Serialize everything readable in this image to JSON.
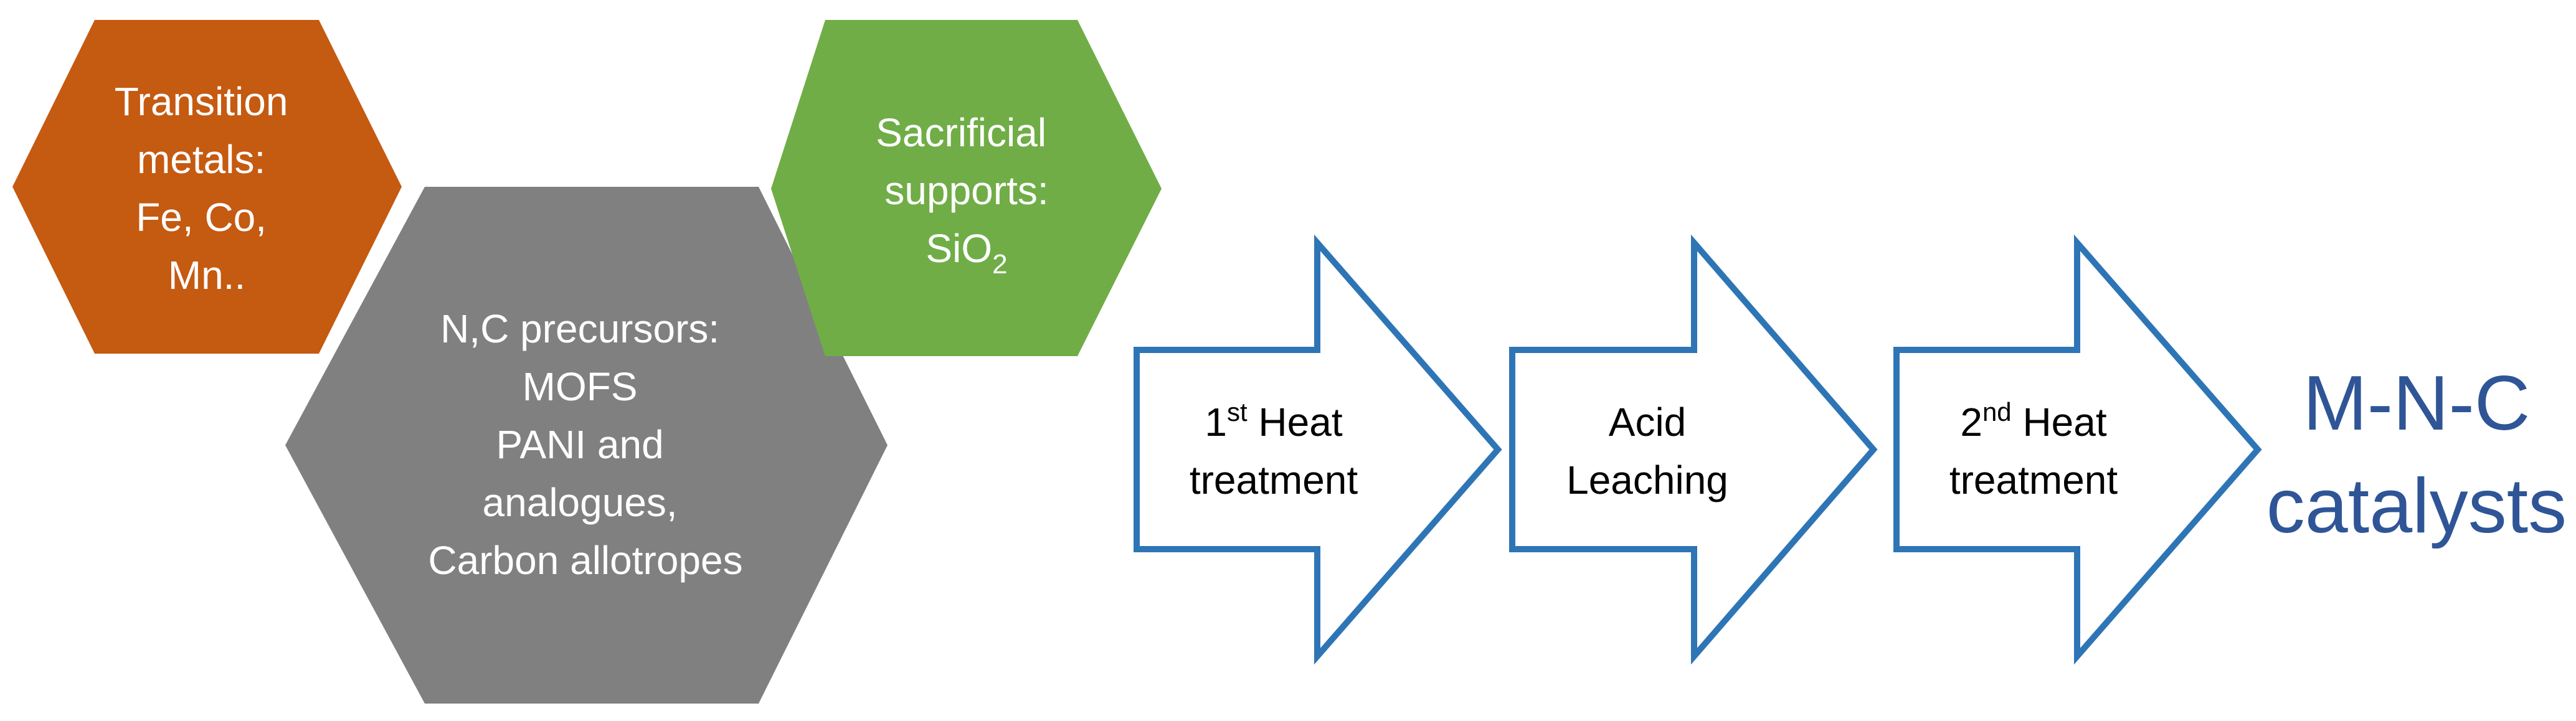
{
  "colors": {
    "orange_hexagon": "#c55a11",
    "gray_hexagon": "#808080",
    "green_hexagon": "#70ad47",
    "arrow_stroke": "#2e75b6",
    "arrow_fill": "#ffffff",
    "result_text": "#2f5597"
  },
  "hexagons": {
    "transition_metals": {
      "line1": "Transition",
      "line2": "metals:",
      "line3": "Fe, Co,",
      "line4": "Mn.."
    },
    "precursors": {
      "line1": "N,C precursors:",
      "line2": "MOFS",
      "line3": "PANI and",
      "line4": "analogues,",
      "line5": "Carbon allotropes"
    },
    "supports": {
      "line1": "Sacrificial",
      "line2": "supports:",
      "formula_base": "SiO",
      "formula_subscript": "2"
    }
  },
  "steps": {
    "first_heat": {
      "number": "1",
      "superscript": "st",
      "word": " Heat",
      "line2": "treatment"
    },
    "acid_leaching": {
      "line1": "Acid",
      "line2": "Leaching"
    },
    "second_heat": {
      "number": "2",
      "superscript": "nd",
      "word": " Heat",
      "line2": "treatment"
    }
  },
  "result": {
    "line1": "M-N-C",
    "line2": "catalysts"
  }
}
